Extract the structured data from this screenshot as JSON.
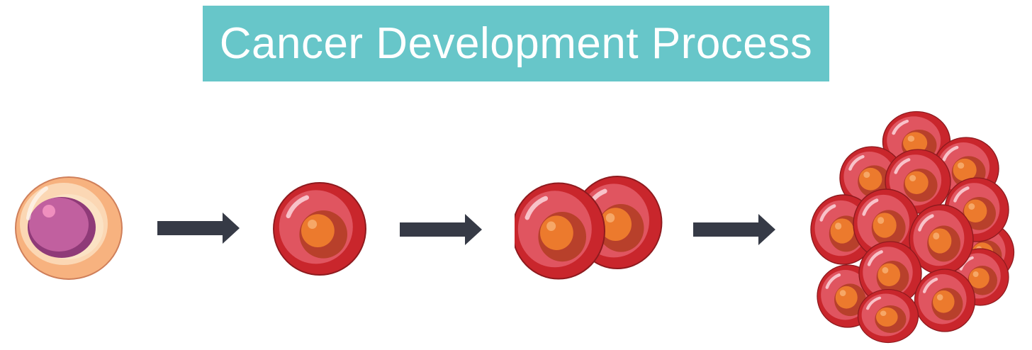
{
  "title": "Cancer Development Process",
  "colors": {
    "banner": "#67c6c9",
    "title_text": "#ffffff",
    "arrow": "#363a46",
    "normal_cell_cytoplasm": "#f7b27f",
    "normal_cell_nucleus": "#c1609f",
    "cancer_cell_body": "#c9262c",
    "cancer_cell_nucleus": "#ec7a2d"
  },
  "stages": [
    {
      "name": "normal-cell",
      "cell_count": 1
    },
    {
      "name": "mutated-cell",
      "cell_count": 1
    },
    {
      "name": "dividing-cell",
      "cell_count": 2
    },
    {
      "name": "tumor-mass",
      "cell_count": 14
    }
  ],
  "arrows": [
    {
      "from": "normal-cell",
      "to": "mutated-cell"
    },
    {
      "from": "mutated-cell",
      "to": "dividing-cell"
    },
    {
      "from": "dividing-cell",
      "to": "tumor-mass"
    }
  ]
}
